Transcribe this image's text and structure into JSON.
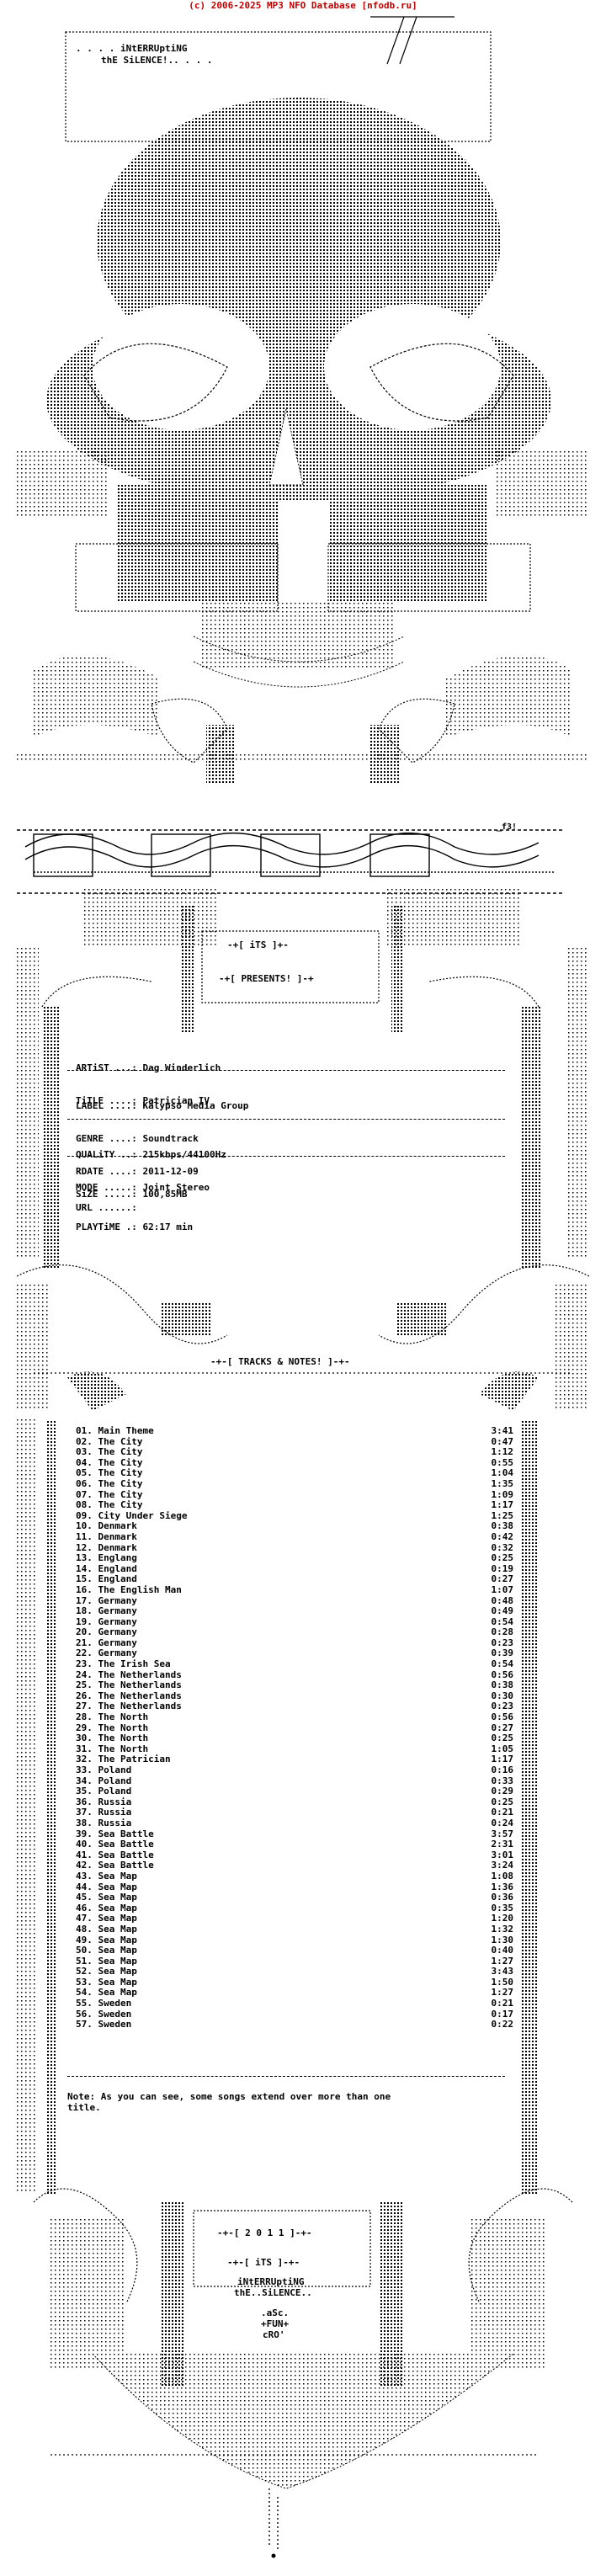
{
  "banner": "(c) 2006-2025 MP3 NFO Database [nfodb.ru]",
  "group": {
    "line1": "iNtERRUptiNG",
    "line2": "thE SiLENCE!..",
    "signature": "_f3!"
  },
  "its_presents": {
    "its": "-+[ iTS ]+-",
    "presents": "-+[ PRESENTS! ]-+"
  },
  "release": {
    "artist_label": "ARTiST ...:",
    "artist": "Dag Winderlich",
    "title_label": "TiTLE ....:",
    "title": "Patrician IV",
    "label_label": "LABEL ....:",
    "label": "Kalypso Media Group",
    "genre_label": "GENRE ....:",
    "genre": "Soundtrack",
    "rdate_label": "RDATE ....:",
    "rdate": "2011-12-09",
    "quality_label": "QUALiTY ..:",
    "quality": "215kbps/44100Hz",
    "mode_label": "MODE .....:",
    "mode": "Joint Stereo",
    "size_label": "SiZE .....:",
    "size": "100,85MB",
    "playtime_label": "PLAYTiME .:",
    "playtime": "62:17 min",
    "url_label": "URL ......:",
    "url": ""
  },
  "tracks_header": "-+-[ TRACKS & NOTES! ]-+-",
  "tracks": [
    {
      "n": "01.",
      "title": "Main Theme",
      "dur": "3:41"
    },
    {
      "n": "02.",
      "title": "The City",
      "dur": "0:47"
    },
    {
      "n": "03.",
      "title": "The City",
      "dur": "1:12"
    },
    {
      "n": "04.",
      "title": "The City",
      "dur": "0:55"
    },
    {
      "n": "05.",
      "title": "The City",
      "dur": "1:04"
    },
    {
      "n": "06.",
      "title": "The City",
      "dur": "1:35"
    },
    {
      "n": "07.",
      "title": "The City",
      "dur": "1:09"
    },
    {
      "n": "08.",
      "title": "The City",
      "dur": "1:17"
    },
    {
      "n": "09.",
      "title": "City Under Siege",
      "dur": "1:25"
    },
    {
      "n": "10.",
      "title": "Denmark",
      "dur": "0:38"
    },
    {
      "n": "11.",
      "title": "Denmark",
      "dur": "0:42"
    },
    {
      "n": "12.",
      "title": "Denmark",
      "dur": "0:32"
    },
    {
      "n": "13.",
      "title": "Englang",
      "dur": "0:25"
    },
    {
      "n": "14.",
      "title": "England",
      "dur": "0:19"
    },
    {
      "n": "15.",
      "title": "England",
      "dur": "0:27"
    },
    {
      "n": "16.",
      "title": "The English Man",
      "dur": "1:07"
    },
    {
      "n": "17.",
      "title": "Germany",
      "dur": "0:48"
    },
    {
      "n": "18.",
      "title": "Germany",
      "dur": "0:49"
    },
    {
      "n": "19.",
      "title": "Germany",
      "dur": "0:54"
    },
    {
      "n": "20.",
      "title": "Germany",
      "dur": "0:28"
    },
    {
      "n": "21.",
      "title": "Germany",
      "dur": "0:23"
    },
    {
      "n": "22.",
      "title": "Germany",
      "dur": "0:39"
    },
    {
      "n": "23.",
      "title": "The Irish Sea",
      "dur": "0:54"
    },
    {
      "n": "24.",
      "title": "The Netherlands",
      "dur": "0:56"
    },
    {
      "n": "25.",
      "title": "The Netherlands",
      "dur": "0:38"
    },
    {
      "n": "26.",
      "title": "The Netherlands",
      "dur": "0:30"
    },
    {
      "n": "27.",
      "title": "The Netherlands",
      "dur": "0:23"
    },
    {
      "n": "28.",
      "title": "The North",
      "dur": "0:56"
    },
    {
      "n": "29.",
      "title": "The North",
      "dur": "0:27"
    },
    {
      "n": "30.",
      "title": "The North",
      "dur": "0:25"
    },
    {
      "n": "31.",
      "title": "The North",
      "dur": "1:05"
    },
    {
      "n": "32.",
      "title": "The Patrician",
      "dur": "1:17"
    },
    {
      "n": "33.",
      "title": "Poland",
      "dur": "0:16"
    },
    {
      "n": "34.",
      "title": "Poland",
      "dur": "0:33"
    },
    {
      "n": "35.",
      "title": "Poland",
      "dur": "0:29"
    },
    {
      "n": "36.",
      "title": "Russia",
      "dur": "0:25"
    },
    {
      "n": "37.",
      "title": "Russia",
      "dur": "0:21"
    },
    {
      "n": "38.",
      "title": "Russia",
      "dur": "0:24"
    },
    {
      "n": "39.",
      "title": "Sea Battle",
      "dur": "3:57"
    },
    {
      "n": "40.",
      "title": "Sea Battle",
      "dur": "2:31"
    },
    {
      "n": "41.",
      "title": "Sea Battle",
      "dur": "3:01"
    },
    {
      "n": "42.",
      "title": "Sea Battle",
      "dur": "3:24"
    },
    {
      "n": "43.",
      "title": "Sea Map",
      "dur": "1:08"
    },
    {
      "n": "44.",
      "title": "Sea Map",
      "dur": "1:36"
    },
    {
      "n": "45.",
      "title": "Sea Map",
      "dur": "0:36"
    },
    {
      "n": "46.",
      "title": "Sea Map",
      "dur": "0:35"
    },
    {
      "n": "47.",
      "title": "Sea Map",
      "dur": "1:20"
    },
    {
      "n": "48.",
      "title": "Sea Map",
      "dur": "1:32"
    },
    {
      "n": "49.",
      "title": "Sea Map",
      "dur": "1:30"
    },
    {
      "n": "50.",
      "title": "Sea Map",
      "dur": "0:40"
    },
    {
      "n": "51.",
      "title": "Sea Map",
      "dur": "1:27"
    },
    {
      "n": "52.",
      "title": "Sea Map",
      "dur": "3:43"
    },
    {
      "n": "53.",
      "title": "Sea Map",
      "dur": "1:50"
    },
    {
      "n": "54.",
      "title": "Sea Map",
      "dur": "1:27"
    },
    {
      "n": "55.",
      "title": "Sweden",
      "dur": "0:21"
    },
    {
      "n": "56.",
      "title": "Sweden",
      "dur": "0:17"
    },
    {
      "n": "57.",
      "title": "Sweden",
      "dur": "0:22"
    }
  ],
  "note": "Note: As you can see, some songs extend over more than one\ntitle.",
  "footer": {
    "year": "-+-[ 2 0 1 1 ]-+-",
    "its": "-+-[ iTS ]-+-",
    "line1": "iNtERRUptiNG",
    "line2": "thE..SiLENCE..",
    "credit1": ".aSc.",
    "credit2": "+FUN+",
    "credit3": "cRO'"
  }
}
